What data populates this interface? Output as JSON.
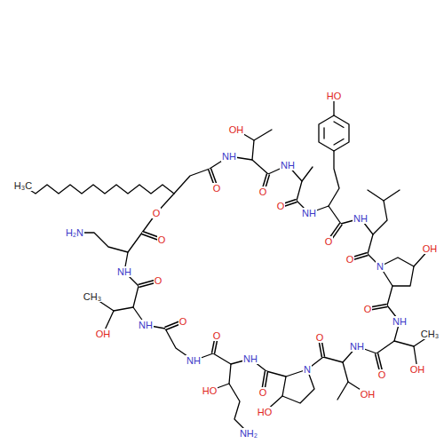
{
  "diagram": {
    "labels": [
      "HO",
      "OH",
      "O",
      "NH",
      "O",
      "NH",
      "O",
      "NH",
      "O",
      "NH",
      "O",
      "N",
      "OH",
      "O",
      "NH",
      "CH₃",
      "OH",
      "O",
      "NH",
      "OH",
      "O",
      "N",
      "HO",
      "O",
      "NH",
      "HO",
      "NH₂",
      "O",
      "NH",
      "O",
      "NH",
      "OH",
      "CH₃",
      "O",
      "NH",
      "H₂N",
      "O",
      "O",
      "H₃C"
    ]
  }
}
